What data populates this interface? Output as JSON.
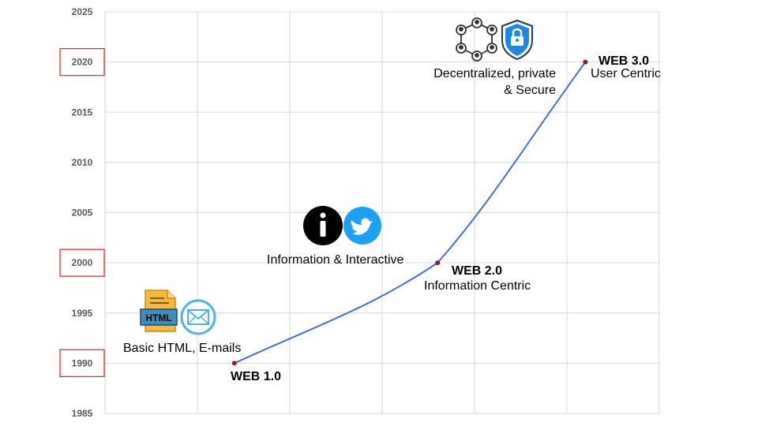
{
  "chart_data": {
    "type": "line",
    "ylim": [
      1985,
      2025
    ],
    "y_ticks": [
      1985,
      1990,
      1995,
      2000,
      2005,
      2010,
      2015,
      2020,
      2025
    ],
    "highlighted_ticks": [
      1990,
      2000,
      2020
    ],
    "x_categories": 6,
    "grid": true,
    "series": [
      {
        "points": [
          {
            "x": 1.4,
            "y": 1990
          },
          {
            "x": 3.6,
            "y": 2000
          },
          {
            "x": 5.2,
            "y": 2020
          }
        ]
      }
    ],
    "stages": [
      {
        "title": "WEB 1.0",
        "subtitle": ""
      },
      {
        "title": "WEB 2.0",
        "subtitle": "Information Centric"
      },
      {
        "title": "WEB 3.0",
        "subtitle": "User Centric"
      }
    ],
    "features": [
      {
        "text": "Basic HTML, E-mails",
        "icons": [
          "html-file-icon",
          "email-icon"
        ],
        "html_badge": "HTML"
      },
      {
        "text": "Information & Interactive",
        "icons": [
          "info-icon",
          "twitter-icon"
        ]
      },
      {
        "lines": [
          "Decentralized, private",
          "& Secure"
        ],
        "icons": [
          "network-icon",
          "shield-lock-icon"
        ]
      }
    ]
  },
  "colors": {
    "line": "#4472c4",
    "marker": "#8b1a3c",
    "grid": "#d9d9d9",
    "highlight_box": "#e03030",
    "tick_text": "#595959",
    "twitter": "#1da1f2",
    "shield": "#1e88e5",
    "email": "#4fb3e0",
    "html_file": "#f5b83d",
    "html_badge": "#3c8dbc"
  }
}
